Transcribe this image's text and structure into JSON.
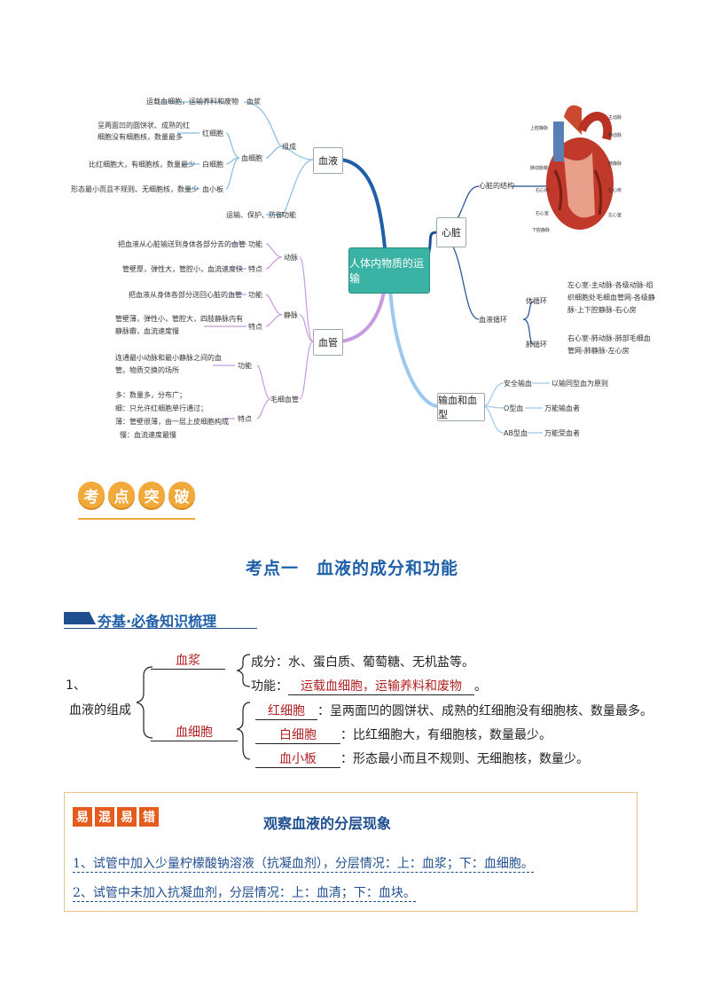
{
  "mindmap": {
    "center": "人体内物质的运输",
    "blood": {
      "label": "血液",
      "composition": "组成",
      "plasma": "血浆",
      "plasma_desc": "运载血细胞，运输养料和废物",
      "cells": "血细胞",
      "rbc": "红细胞",
      "rbc_desc1": "呈两面凹的圆饼状、成熟的红",
      "rbc_desc2": "细胞没有细胞核，数量最多",
      "wbc": "白细胞",
      "wbc_desc": "比红细胞大，有细胞核，数量最少",
      "platelet": "血小板",
      "platelet_desc": "形态最小而且不规则、无细胞核，数量少",
      "function": "功能",
      "function_desc": "运输、保护、防御"
    },
    "vessel": {
      "label": "血管",
      "artery": "动脉",
      "artery_func_label": "功能",
      "artery_func": "把血液从心脏输送到身体各部分去的血管",
      "artery_feat_label": "特点",
      "artery_feat": "管壁厚，弹性大，管腔小，血流速度快",
      "vein": "静脉",
      "vein_func_label": "功能",
      "vein_func": "把血液从身体各部分送回心脏的血管",
      "vein_feat_label": "特点",
      "vein_feat1": "管壁薄，弹性小，管腔大，四肢静脉内有",
      "vein_feat2": "静脉瓣，血流速度慢",
      "capillary": "毛细血管",
      "cap_func_label": "功能",
      "cap_func1": "连通最小动脉和最小静脉之间的血",
      "cap_func2": "管。物质交换的场所",
      "cap_feat_label": "特点",
      "cap_feat1": "多：数量多，分布广；",
      "cap_feat2": "细：只允许红细胞单行通过；",
      "cap_feat3": "薄：管壁很薄，由一层上皮细胞构成",
      "cap_feat4": "慢：血流速度最慢"
    },
    "heart": {
      "label": "心脏",
      "structure": "心脏的结构",
      "circulation": "血液循环",
      "systemic": "体循环",
      "systemic_desc1": "左心室-主动脉-各级动脉-组",
      "systemic_desc2": "织细胞处毛细血管网-各级静",
      "systemic_desc3": "脉-上下腔静脉-右心房",
      "pulmonary": "肺循环",
      "pulmonary_desc1": "右心室-肺动脉-肺部毛细血",
      "pulmonary_desc2": "管网-肺静脉-左心房",
      "diagram_labels": [
        "上腔静脉",
        "肺动脉",
        "肺静脉",
        "左心房",
        "左心室",
        "右心室",
        "右心房",
        "下腔静脉",
        "主动脉",
        "肺动脉瓣"
      ]
    },
    "transfusion": {
      "label": "输血和血型",
      "safe": "安全输血",
      "safe_desc": "以输同型血为原则",
      "o": "O型血",
      "o_desc": "万能输血者",
      "ab": "AB型血",
      "ab_desc": "万能受血者"
    }
  },
  "badge": [
    "考",
    "点",
    "突",
    "破"
  ],
  "section_title": "考点一　血液的成分和功能",
  "subheading": "夯基·必备知识梳理",
  "composition": {
    "num": "1、",
    "label": "血液的组成",
    "plasma": "血浆",
    "components_label": "成分：水、蛋白质、葡萄糖、无机盐等。",
    "function_label": "功能：",
    "function_blank": "运载血细胞，运输养料和废物",
    "function_end": "。",
    "cells": "血细胞",
    "rbc": "红细胞",
    "rbc_desc": "：呈两面凹的圆饼状、成熟的红细胞没有细胞核、数量最多。",
    "wbc": "白细胞",
    "wbc_desc": "：比红细胞大，有细胞核，数量最少。",
    "platelet": "血小板",
    "platelet_desc": "：形态最小而且不规则、无细胞核，数量少。"
  },
  "tip": {
    "badge": [
      "易",
      "混",
      "易",
      "错"
    ],
    "title": "观察血液的分层现象",
    "line1": "1、试管中加入少量柠檬酸钠溶液（抗凝血剂），分层情况：上：血浆；下：血细胞。",
    "line2": "2、试管中未加入抗凝血剂，分层情况：上：血清；下：血块。"
  },
  "colors": {
    "accent_blue": "#1f5fa8",
    "teal": "#3bb3a4",
    "orange": "#f2a93b",
    "red_answer": "#b22222"
  }
}
